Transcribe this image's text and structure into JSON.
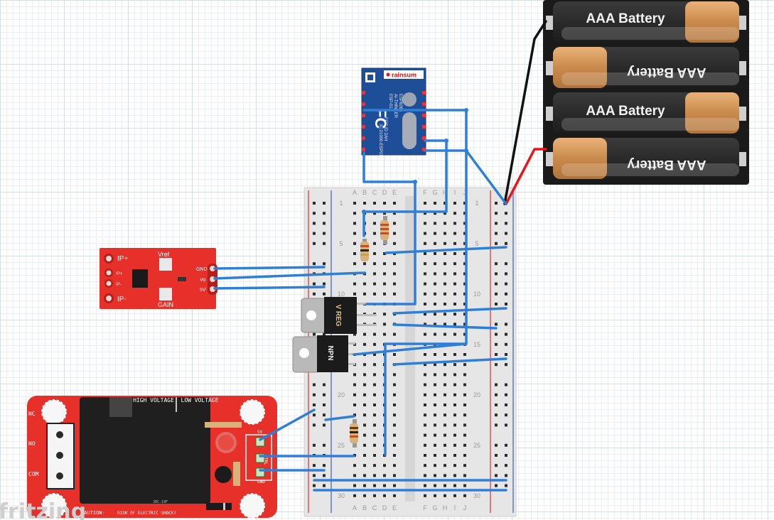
{
  "battery_pack": {
    "cells": [
      "AAA Battery",
      "AAA Battery",
      "AAA Battery",
      "AAA Battery"
    ]
  },
  "wifi_module": {
    "brand": "rainsum",
    "logo": "FC",
    "text_lines": [
      "ESP8266",
      "AI-THINKER",
      "ESP-01",
      "FCC ID 2AH",
      "IC:21000-ESP01"
    ]
  },
  "breadboard": {
    "columns_left": [
      "A",
      "B",
      "C",
      "D",
      "E"
    ],
    "columns_right": [
      "F",
      "G",
      "H",
      "I",
      "J"
    ],
    "row_labels": [
      "1",
      "5",
      "10",
      "15",
      "20",
      "25",
      "30"
    ]
  },
  "current_sensor": {
    "terminals": [
      "IP+",
      "IP+",
      "IP-",
      "IP-"
    ],
    "pins": [
      "GND",
      "Vo",
      "5V"
    ],
    "labels": [
      "Vref",
      "GAIN"
    ]
  },
  "voltage_regulator": {
    "label": "V REG"
  },
  "transistor": {
    "label": "NPN"
  },
  "relay": {
    "terminals": [
      "NC",
      "NO",
      "COM"
    ],
    "header_labels": [
      "HIGH VOLTAGE",
      "LOW VOLTAGE"
    ],
    "pins": [
      "5V",
      "CTRL",
      "GND"
    ],
    "caution": "CAUTION:",
    "warning": "RISK OF ELECTRIC SHOCK!",
    "model_text": "JRC-19F"
  },
  "watermark": "fritzing",
  "colors": {
    "board_red": "#e8302a",
    "wire_blue": "#2f7fd6",
    "wire_red": "#e8141c",
    "wire_black": "#111111",
    "module_blue": "#1f4e99",
    "breadboard": "#e9e9e9"
  }
}
